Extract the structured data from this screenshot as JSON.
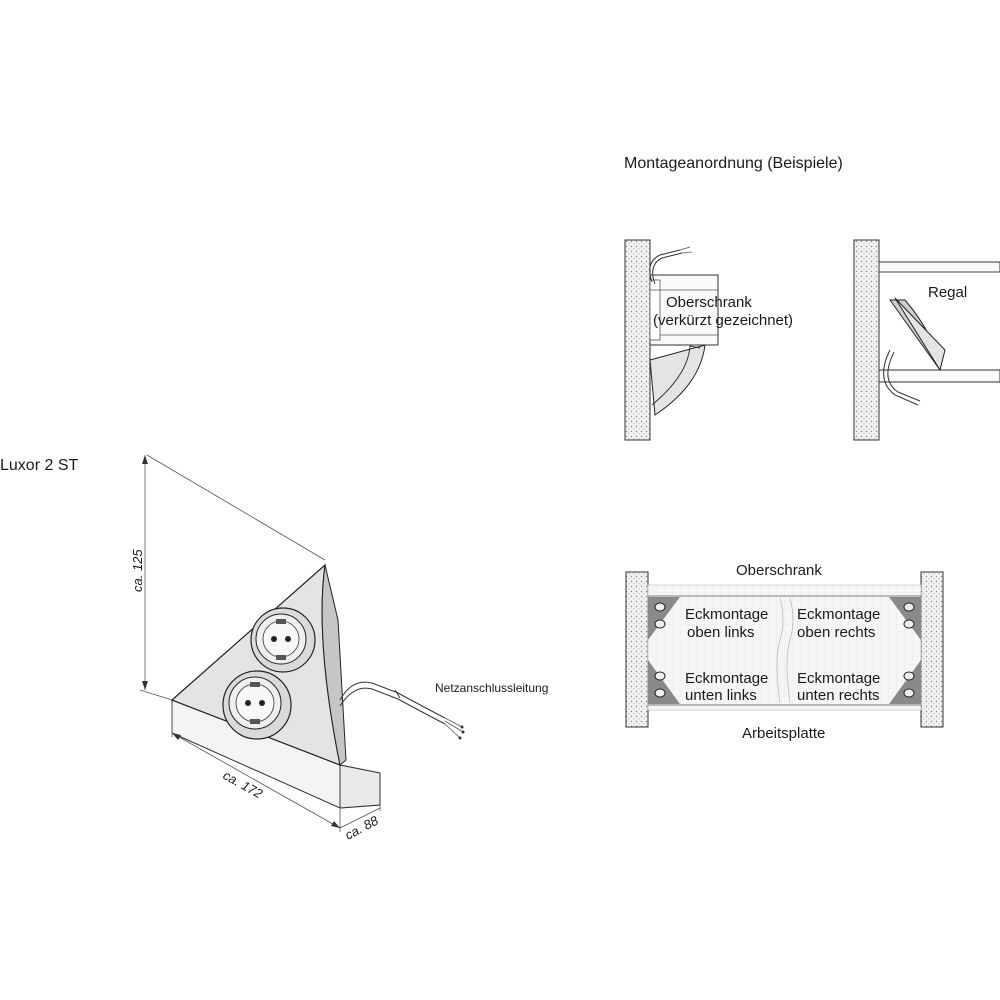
{
  "product": {
    "name": "Luxor 2 ST"
  },
  "dimensions": {
    "height": "ca. 125",
    "width": "ca. 172",
    "depth": "ca. 88"
  },
  "cable_label": "Netzanschlussleitung",
  "mounting": {
    "heading": "Montageanordnung (Beispiele)",
    "example1": {
      "line1": "Oberschrank",
      "line2": "(verkürzt gezeichnet)"
    },
    "example2": {
      "label": "Regal"
    },
    "corners": {
      "top": "Oberschrank",
      "bottom": "Arbeitsplatte",
      "top_left": {
        "line1": "Eckmontage",
        "line2": "oben links"
      },
      "top_right": {
        "line1": "Eckmontage",
        "line2": "oben rechts"
      },
      "bottom_left": {
        "line1": "Eckmontage",
        "line2": "unten links"
      },
      "bottom_right": {
        "line1": "Eckmontage",
        "line2": "unten rechts"
      }
    }
  },
  "colors": {
    "device_fill": "#e4e4e4",
    "device_shade": "#c6c6c6",
    "wall_fill": "#ececec",
    "corner_icon": "#8a8a8a"
  }
}
